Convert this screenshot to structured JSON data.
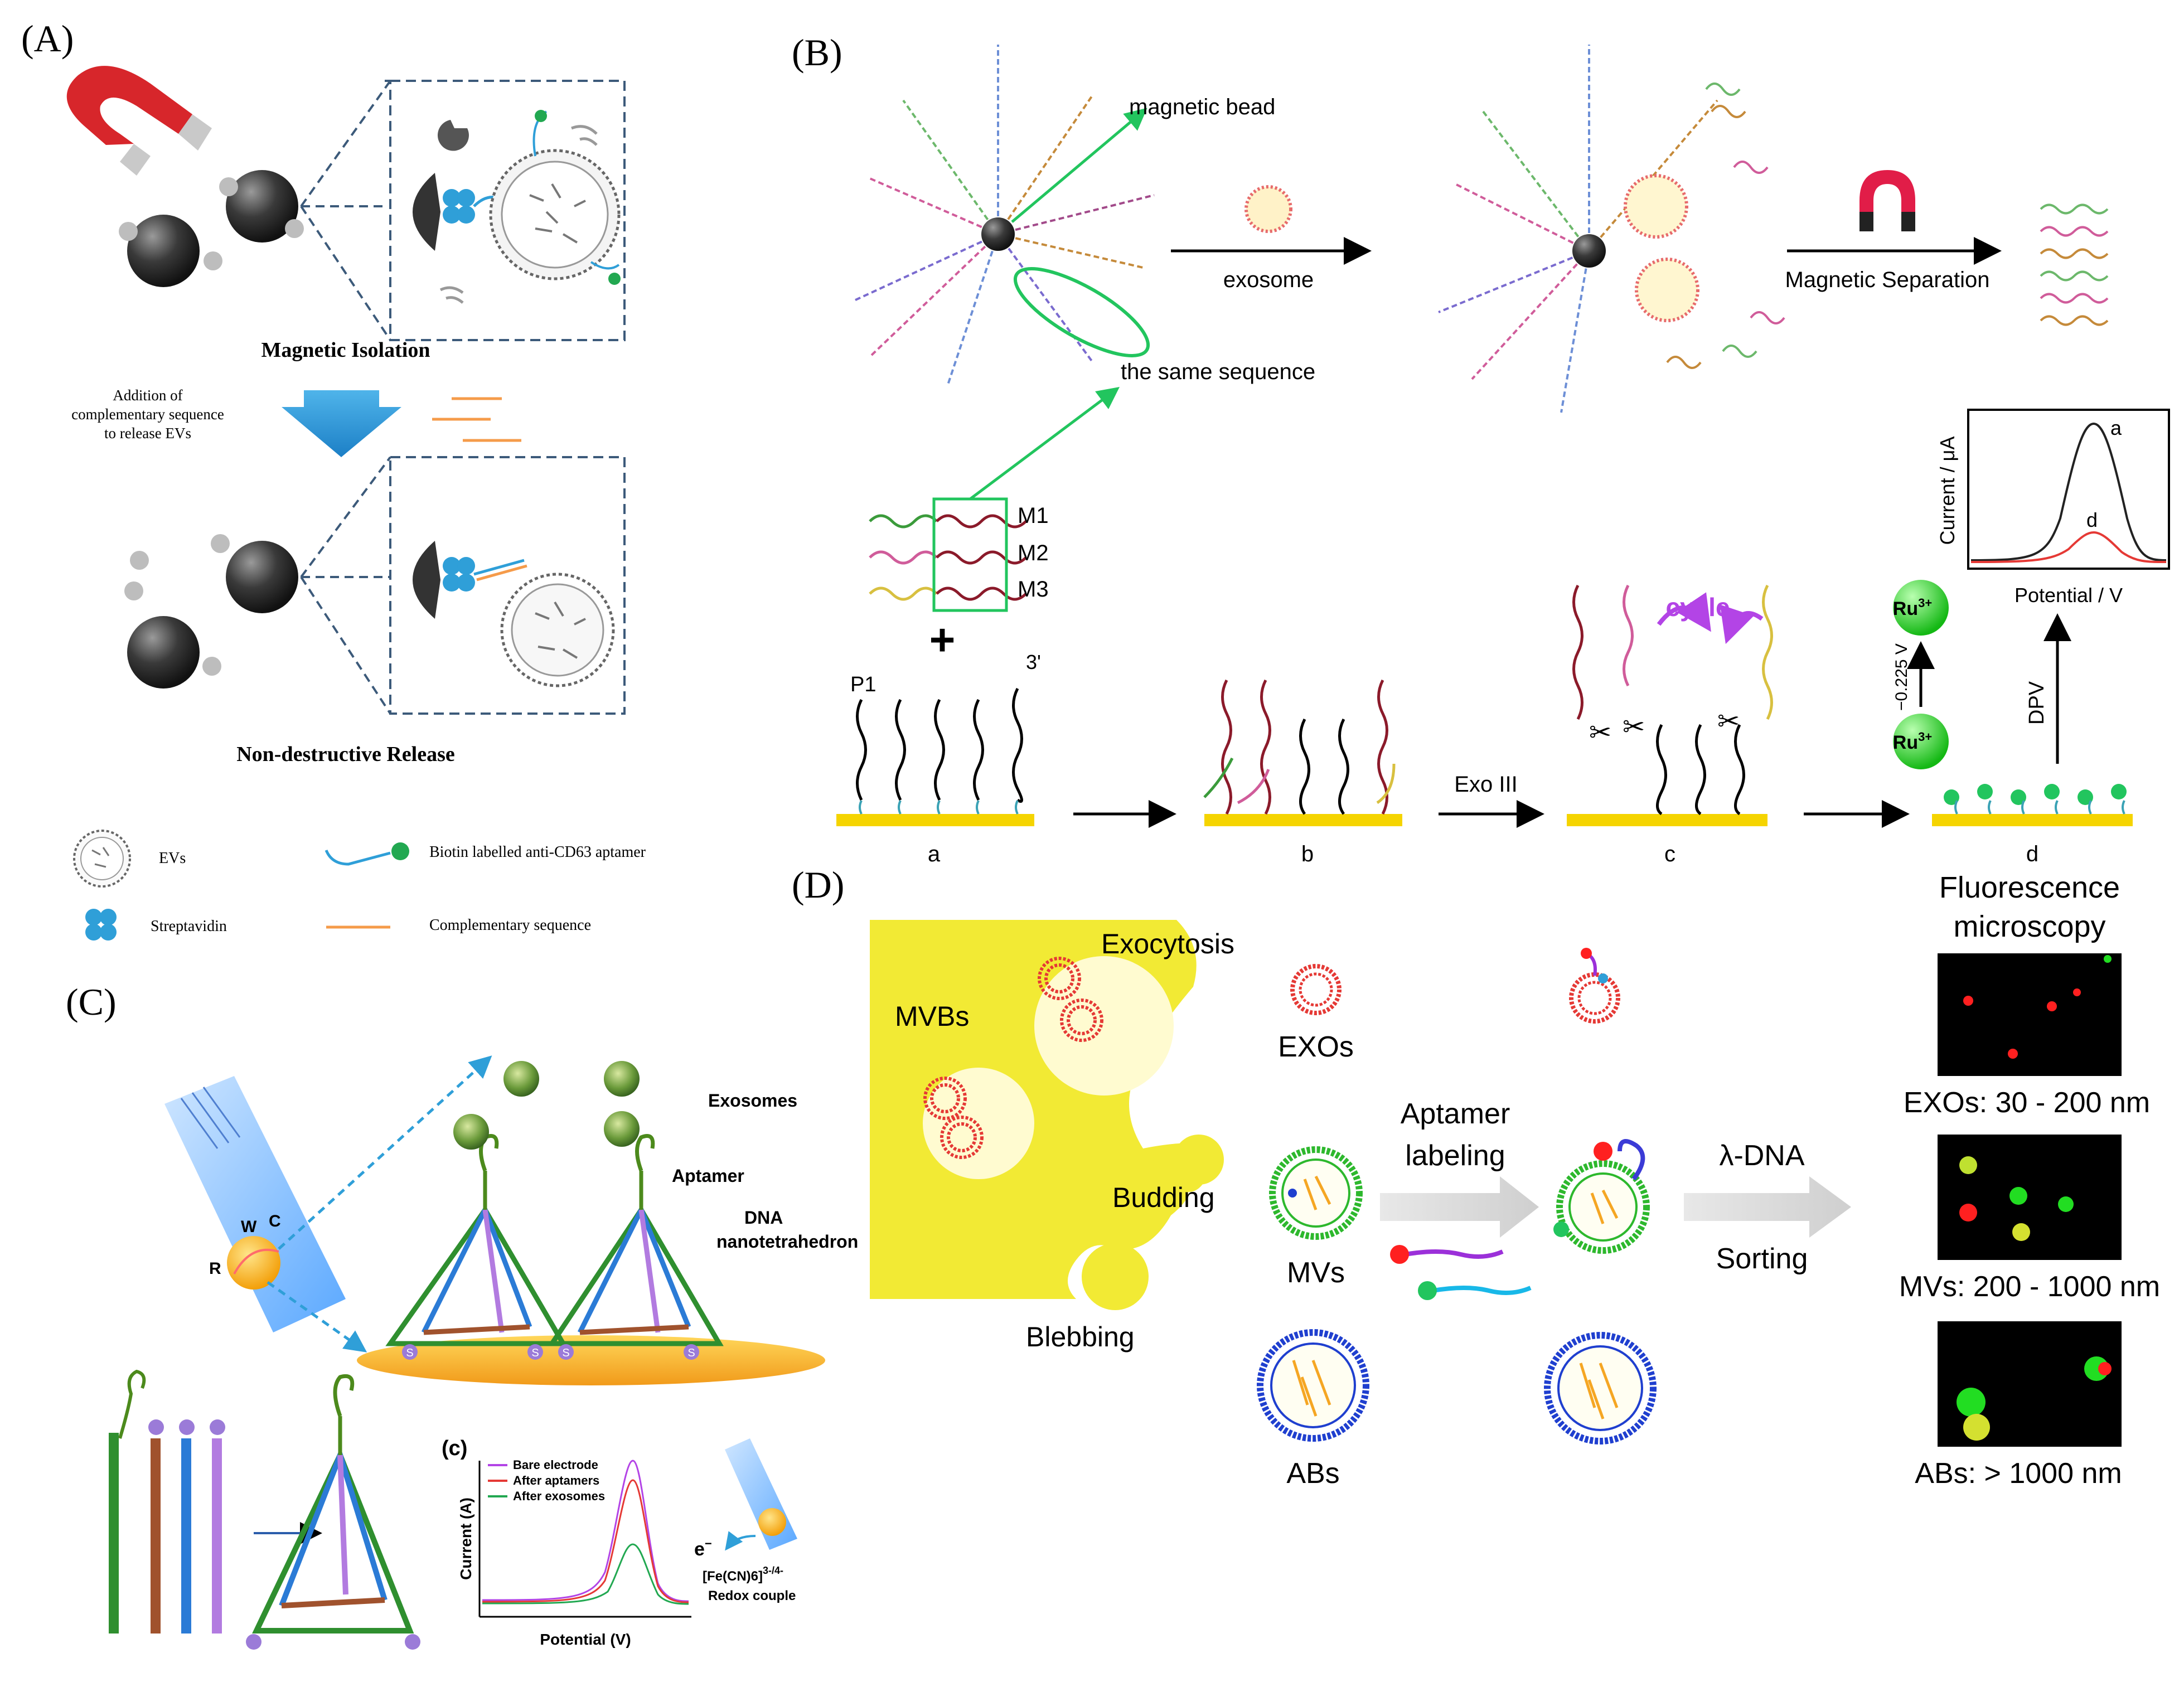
{
  "panels": {
    "A": {
      "label": "(A)",
      "magnetic_isolation": "Magnetic Isolation",
      "addition_l1": "Addition of",
      "addition_l2": "complementary sequence",
      "addition_l3": "to release EVs",
      "release": "Non-destructive Release",
      "legend": {
        "evs": "EVs",
        "streptavidin": "Streptavidin",
        "aptamer": "Biotin labelled anti-CD63 aptamer",
        "complementary": "Complementary sequence"
      }
    },
    "B": {
      "label": "(B)",
      "magnetic_bead": "magnetic bead",
      "exosome": "exosome",
      "same_sequence": "the same sequence",
      "magnetic_separation": "Magnetic Separation",
      "m1": "M1",
      "m2": "M2",
      "m3": "M3",
      "plus": "+",
      "p1": "P1",
      "three_prime": "3'",
      "exo3": "Exo III",
      "cycle": "cycle",
      "ru_top": "Ru",
      "ru_bottom": "Ru",
      "ru_charge": "3+",
      "voltage": "−0.225 V",
      "dpv": "DPV",
      "steps": [
        "a",
        "b",
        "c",
        "d"
      ],
      "plot_ylabel": "Current / μA",
      "plot_xlabel": "Potential / V",
      "curve_a": "a",
      "curve_d": "d"
    },
    "C": {
      "label": "(C)",
      "exosomes": "Exosomes",
      "aptamer": "Aptamer",
      "dna_l1": "DNA",
      "dna_l2": "nanotetrahedron",
      "r": "R",
      "w": "W",
      "c": "C",
      "s": "S",
      "inset_label": "(c)",
      "legend": [
        "Bare electrode",
        "After aptamers",
        "After exosomes"
      ],
      "ylabel": "Current (A)",
      "xlabel": "Potential (V)",
      "electron": "e",
      "redox_l1": "[Fe(CN)6]",
      "redox_charge": "3-/4-",
      "redox_l2": "Redox couple"
    },
    "D": {
      "label": "(D)",
      "fluorescence_l1": "Fluorescence",
      "fluorescence_l2": "microscopy",
      "exocytosis": "Exocytosis",
      "mvbs": "MVBs",
      "budding": "Budding",
      "blebbing": "Blebbing",
      "exos": "EXOs",
      "mvs": "MVs",
      "abs": "ABs",
      "aptamer_l1": "Aptamer",
      "aptamer_l2": "labeling",
      "lambda_l1": "λ-DNA",
      "lambda_l2": "Sorting",
      "size_exos": "EXOs: 30 - 200 nm",
      "size_mvs": "MVs: 200 - 1000 nm",
      "size_abs": "ABs: > 1000 nm"
    }
  },
  "colors": {
    "bead": "#3a3a3a",
    "strept": "#2f9fd8",
    "arrow_green": "#22c55e",
    "gold": "#f5d400",
    "purple": "#b344e6",
    "red": "#e53935",
    "blue_ring": "#1f3fcf",
    "green_ring": "#2db82d",
    "orange": "#f5a623",
    "cell_yellow": "#f2ea34"
  }
}
